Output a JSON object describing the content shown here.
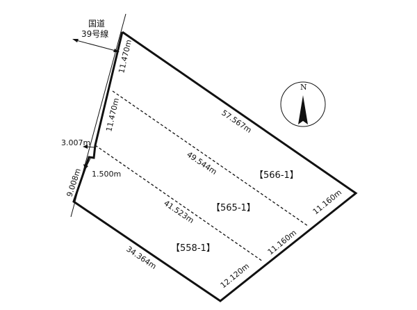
{
  "road": {
    "line1": "国道",
    "line2": "39号線"
  },
  "compass": {
    "north_label": "N"
  },
  "lots": [
    {
      "label": "【566-1】"
    },
    {
      "label": "【565-1】"
    },
    {
      "label": "【558-1】"
    }
  ],
  "dimensions": {
    "west_top": "11.470m",
    "west_mid": "11.470m",
    "setback_top": "3.007m",
    "setback_step": "1.500m",
    "west_bottom": "9.008m",
    "northeast": "57.567m",
    "divider_upper": "49.544m",
    "divider_lower": "41.523m",
    "south": "34.364m",
    "east_top": "11.160m",
    "east_mid": "11.160m",
    "east_bottom": "12.120m"
  }
}
